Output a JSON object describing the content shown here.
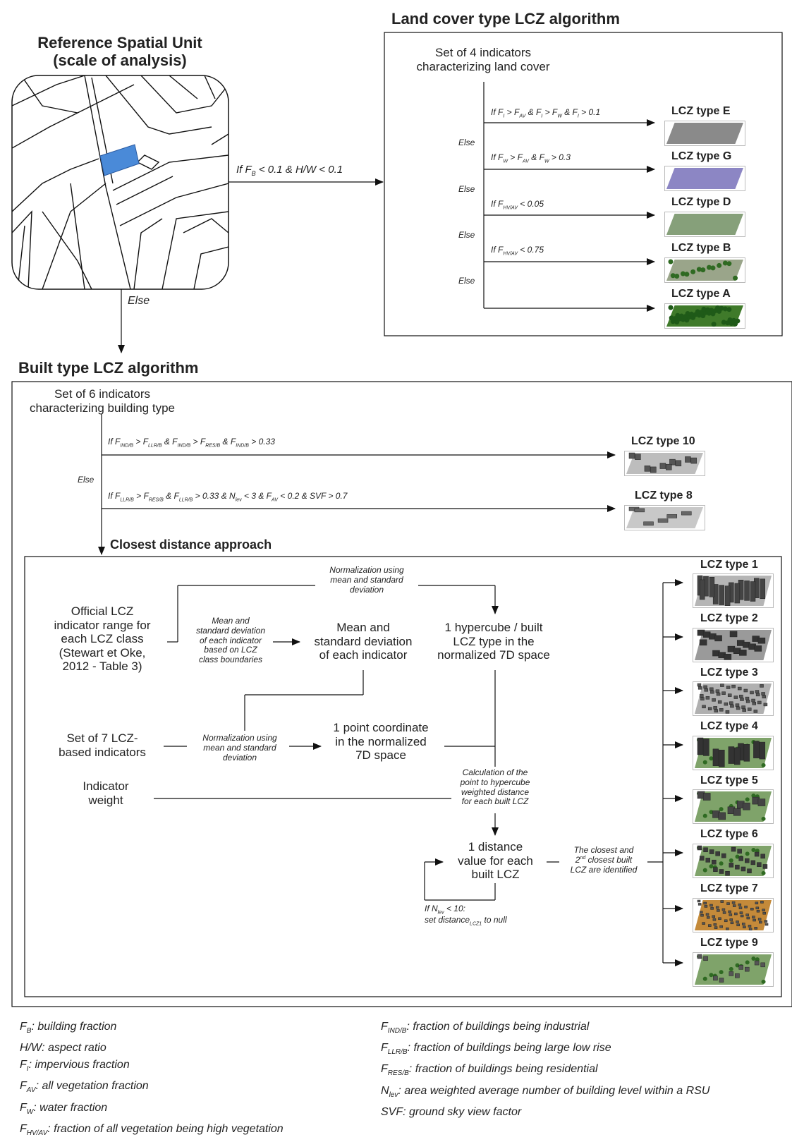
{
  "rsu": {
    "title_line1": "Reference Spatial Unit",
    "title_line2": "(scale of analysis)",
    "cond_prefix": "If F",
    "cond_sub": "B",
    "cond_suffix": " < 0.1 & H/W < 0.1",
    "else_label": "Else"
  },
  "land_cover": {
    "title": "Land cover type LCZ algorithm",
    "indicators_line1": "Set of 4 indicators",
    "indicators_line2": "characterizing land cover",
    "else_label": "Else",
    "types": [
      {
        "label": "LCZ type E",
        "color": "#8a8a8a"
      },
      {
        "label": "LCZ type G",
        "color": "#8c86c4"
      },
      {
        "label": "LCZ type D",
        "color": "#86a07a"
      },
      {
        "label": "LCZ type B",
        "color": "#9aa58a"
      },
      {
        "label": "LCZ type A",
        "color": "#3f7a2a"
      }
    ]
  },
  "built": {
    "title": "Built type LCZ algorithm",
    "indicators_line1": "Set of 6 indicators",
    "indicators_line2": "characterizing building type",
    "else_label": "Else",
    "type10": "LCZ type 10",
    "type8": "LCZ type 8"
  },
  "closest": {
    "title": "Closest distance approach",
    "official_range": [
      "Official LCZ",
      "indicator range for",
      "each LCZ class",
      "(Stewart et Oke,",
      "2012 - Table 3)"
    ],
    "mean_sd_note": [
      "Mean and",
      "standard deviation",
      "of each indicator",
      "based on LCZ",
      "class boundaries"
    ],
    "normalization_top": [
      "Normalization using",
      "mean and standard",
      "deviation"
    ],
    "mean_sd_box": [
      "Mean and",
      "standard deviation",
      "of each indicator"
    ],
    "hypercube": [
      "1 hypercube / built",
      "LCZ type in the",
      "normalized 7D space"
    ],
    "set7": [
      "Set of 7 LCZ-",
      "based indicators"
    ],
    "normalization_mid": [
      "Normalization using",
      "mean and standard",
      "deviation"
    ],
    "point": [
      "1 point coordinate",
      "in the normalized",
      "7D space"
    ],
    "weight": [
      "Indicator",
      "weight"
    ],
    "calculation": [
      "Calculation of the",
      "point to hypercube",
      "weighted distance",
      "for each built LCZ"
    ],
    "distance": [
      "1 distance",
      "value for each",
      "built LCZ"
    ],
    "closest_note_1": "The closest and",
    "closest_note_2": " closest built",
    "closest_note_3": "LCZ are identified",
    "nlev_cond_1": "If N",
    "nlev_cond_2": " < 10:",
    "nlev_cond_3": "set distance",
    "nlev_cond_4": " to null",
    "types": [
      "LCZ type 1",
      "LCZ type 2",
      "LCZ type 3",
      "LCZ type 4",
      "LCZ type 5",
      "LCZ type 6",
      "LCZ type 7",
      "LCZ type 9"
    ]
  },
  "legend": {
    "left": [
      {
        "sym": "F",
        "sub": "B",
        "desc": ": building fraction"
      },
      {
        "sym": "H/W",
        "sub": "",
        "desc": ": aspect ratio"
      },
      {
        "sym": "F",
        "sub": "I",
        "desc": ": impervious fraction"
      },
      {
        "sym": "F",
        "sub": "AV",
        "desc": ": all vegetation fraction"
      },
      {
        "sym": "F",
        "sub": "W",
        "desc": ": water fraction"
      },
      {
        "sym": "F",
        "sub": "HV/AV",
        "desc": ": fraction of all vegetation being high vegetation"
      }
    ],
    "right": [
      {
        "sym": "F",
        "sub": "IND/B",
        "desc": ": fraction of buildings being industrial"
      },
      {
        "sym": "F",
        "sub": "LLR/B",
        "desc": ": fraction of buildings being large low rise"
      },
      {
        "sym": "F",
        "sub": "RES/B",
        "desc": ": fraction of buildings being residential"
      },
      {
        "sym": "N",
        "sub": "lev",
        "desc": ": area weighted average number of building level within a RSU"
      },
      {
        "sym": "SVF",
        "sub": "",
        "desc": ": ground sky view factor"
      }
    ]
  }
}
